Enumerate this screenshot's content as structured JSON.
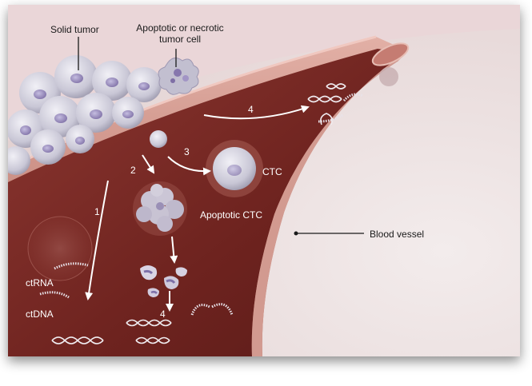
{
  "labels": {
    "solid_tumor": "Solid tumor",
    "apoptotic_line1": "Apoptotic or necrotic",
    "apoptotic_line2": "tumor cell",
    "ctc": "CTC",
    "apoptotic_ctc": "Apoptotic CTC",
    "blood_vessel": "Blood vessel",
    "ctrna": "ctRNA",
    "ctdna": "ctDNA"
  },
  "steps": {
    "s1": "1",
    "s2": "2",
    "s3": "3",
    "s4_top": "4",
    "s4_bottom": "4"
  },
  "colors": {
    "lumen": "#7a2a25",
    "wall": "#c98a80",
    "background": "#efe6e6",
    "tumor_cell": "#c8c6d4",
    "nucleus": "#9a8fb6",
    "arrow": "#ffffff"
  }
}
